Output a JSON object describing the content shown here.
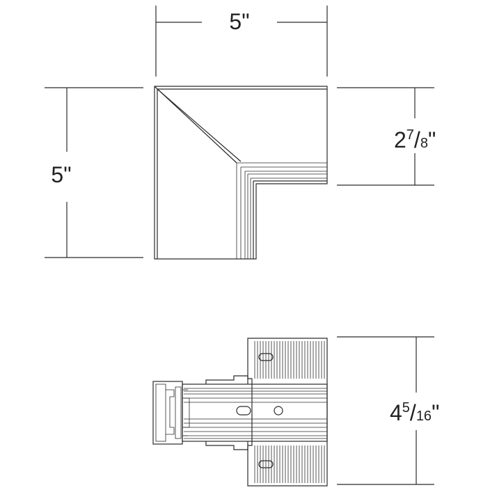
{
  "dimensions": {
    "top_width": "5\"",
    "left_height": "5\"",
    "right_depth": {
      "whole": "2",
      "num": "7",
      "den": "8",
      "mark": "\""
    },
    "bottom_height": {
      "whole": "4",
      "num": "5",
      "den": "16",
      "mark": "\""
    }
  },
  "colors": {
    "line": "#2a2a2a",
    "background": "#ffffff"
  }
}
